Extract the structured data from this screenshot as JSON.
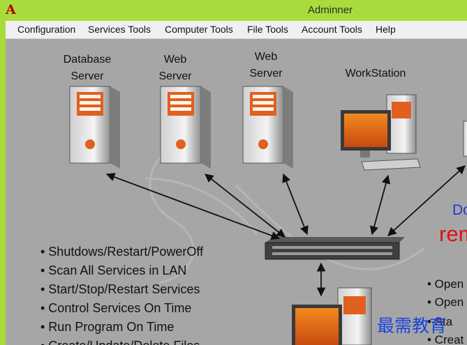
{
  "window": {
    "title": "Adminner",
    "app_icon_glyph": "A"
  },
  "menu": {
    "items": [
      {
        "label": "Configuration"
      },
      {
        "label": "Services Tools"
      },
      {
        "label": "Computer Tools"
      },
      {
        "label": "File Tools"
      },
      {
        "label": "Account Tools"
      },
      {
        "label": "Help"
      }
    ]
  },
  "diagram": {
    "labels": {
      "database_server": "Database\nServer",
      "web_server_1": "Web\nServer",
      "web_server_2": "Web\nServer",
      "workstation": "WorkStation"
    },
    "features": [
      "• Shutdows/Restart/PowerOff",
      "• Scan All Services in LAN",
      "• Start/Stop/Restart Services",
      "• Control Services On Time",
      "• Run Program On Time",
      "• Create/Update/Delete Files"
    ],
    "right_items": [
      "• Open",
      "• Open",
      "• Sta",
      "• Creat"
    ],
    "cut_text": {
      "blue": "Do",
      "red": "rem"
    },
    "watermark_cn": "最需教育"
  },
  "colors": {
    "titlebar": "#a8dc3c",
    "canvas": "#a6a6a6",
    "server_accent": "#e06020",
    "blue_text": "#1a3ad8",
    "red_text": "#e01010"
  }
}
